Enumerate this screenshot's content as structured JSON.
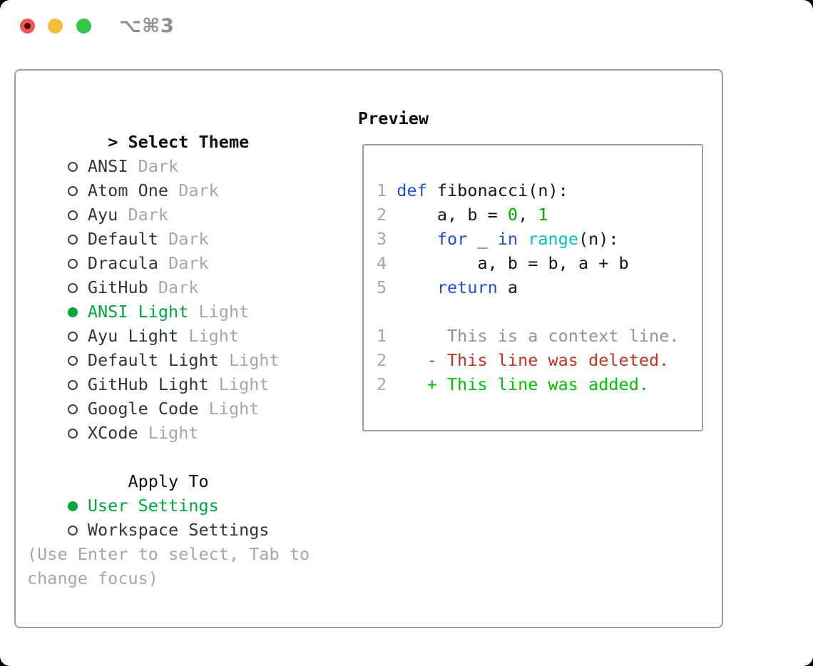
{
  "window": {
    "shortcut": "⌥⌘3"
  },
  "theme_picker": {
    "cursor": ">",
    "title": "Select Theme",
    "items": [
      {
        "label": "ANSI",
        "variant": "Dark",
        "selected": false
      },
      {
        "label": "Atom One",
        "variant": "Dark",
        "selected": false
      },
      {
        "label": "Ayu",
        "variant": "Dark",
        "selected": false
      },
      {
        "label": "Default",
        "variant": "Dark",
        "selected": false
      },
      {
        "label": "Dracula",
        "variant": "Dark",
        "selected": false
      },
      {
        "label": "GitHub",
        "variant": "Dark",
        "selected": false
      },
      {
        "label": "ANSI Light",
        "variant": "Light",
        "selected": true
      },
      {
        "label": "Ayu Light",
        "variant": "Light",
        "selected": false
      },
      {
        "label": "Default Light",
        "variant": "Light",
        "selected": false
      },
      {
        "label": "GitHub Light",
        "variant": "Light",
        "selected": false
      },
      {
        "label": "Google Code",
        "variant": "Light",
        "selected": false
      },
      {
        "label": "XCode",
        "variant": "Light",
        "selected": false
      }
    ]
  },
  "apply_to": {
    "title": "Apply To",
    "options": [
      {
        "label": "User Settings",
        "selected": true
      },
      {
        "label": "Workspace Settings",
        "selected": false
      }
    ]
  },
  "hint": "(Use Enter to select, Tab to change focus)",
  "preview": {
    "title": "Preview",
    "code_lines": [
      {
        "num": "1",
        "tokens": [
          {
            "t": "def",
            "c": "kw"
          },
          {
            "t": " fibonacci(n):",
            "c": "fg"
          }
        ]
      },
      {
        "num": "2",
        "tokens": [
          {
            "t": "    a, b = ",
            "c": "fg"
          },
          {
            "t": "0",
            "c": "lit"
          },
          {
            "t": ", ",
            "c": "fg"
          },
          {
            "t": "1",
            "c": "lit"
          }
        ]
      },
      {
        "num": "3",
        "tokens": [
          {
            "t": "    ",
            "c": "fg"
          },
          {
            "t": "for",
            "c": "kw"
          },
          {
            "t": " _ ",
            "c": "fg"
          },
          {
            "t": "in",
            "c": "kw"
          },
          {
            "t": " ",
            "c": "fg"
          },
          {
            "t": "range",
            "c": "builtin"
          },
          {
            "t": "(n):",
            "c": "fg"
          }
        ]
      },
      {
        "num": "4",
        "tokens": [
          {
            "t": "        a, b = b, a + b",
            "c": "fg"
          }
        ]
      },
      {
        "num": "5",
        "tokens": [
          {
            "t": "    ",
            "c": "fg"
          },
          {
            "t": "return",
            "c": "kw"
          },
          {
            "t": " a",
            "c": "fg"
          }
        ]
      },
      {
        "num": "",
        "tokens": []
      },
      {
        "num": "1",
        "tokens": [
          {
            "t": "     This is a context line.",
            "c": "ctx"
          }
        ]
      },
      {
        "num": "2",
        "tokens": [
          {
            "t": "   ",
            "c": "fg"
          },
          {
            "t": "- This line was deleted.",
            "c": "del"
          }
        ]
      },
      {
        "num": "2",
        "tokens": [
          {
            "t": "   ",
            "c": "fg"
          },
          {
            "t": "+ This line was added.",
            "c": "add"
          }
        ]
      }
    ]
  },
  "colors": {
    "fg": "#14181c",
    "fg_strong": "#0c0f13",
    "fg_item": "#2f363d",
    "kw": "#1e50d7",
    "builtin": "#00c2c7",
    "lit": "#00ab00",
    "ctx": "#8d959e",
    "del": "#c83220",
    "add": "#00c300",
    "accent": "#00a83e",
    "muted": "#a0a8b4",
    "ring": "#3a4149",
    "border": "#9aa1ad",
    "shortcut_gray": "#8a8f98",
    "traffic_red": "#f4564f",
    "traffic_red_dot": "#4a0b0a",
    "traffic_yellow": "#f7bd3a",
    "traffic_green": "#33c748"
  }
}
